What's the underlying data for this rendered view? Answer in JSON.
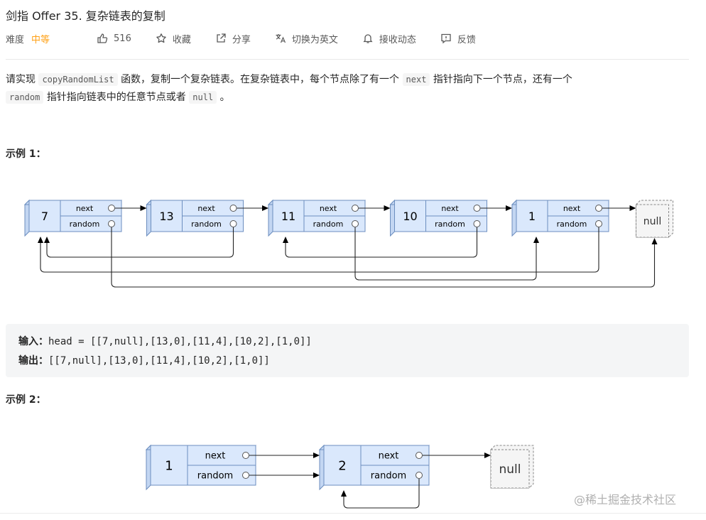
{
  "problem": {
    "title": "剑指 Offer 35. 复杂链表的复制",
    "difficulty_label": "难度",
    "difficulty": "中等",
    "likes": "516",
    "collect": "收藏",
    "share": "分享",
    "translate": "切换为英文",
    "subscribe": "接收动态",
    "feedback": "反馈"
  },
  "description": {
    "p1": "请实现",
    "c1": "copyRandomList",
    "p2": "函数，复制一个复杂链表。在复杂链表中，每个节点除了有一个",
    "c2": "next",
    "p3": "指针指向下一个节点，还有一个",
    "c3": "random",
    "p4": "指针指向链表中的任意节点或者",
    "c4": "null",
    "p5": "。"
  },
  "example1": {
    "title": "示例 1：",
    "nodes": [
      "7",
      "13",
      "11",
      "10",
      "1"
    ],
    "input_label": "输入：",
    "input": "head = [[7,null],[13,0],[11,4],[10,2],[1,0]]",
    "output_label": "输出：",
    "output": "[[7,null],[13,0],[11,4],[10,2],[1,0]]"
  },
  "example2": {
    "title": "示例 2：",
    "nodes": [
      "1",
      "2"
    ]
  },
  "diagram": {
    "next_label": "next",
    "random_label": "random",
    "null_label": "null",
    "node_fill": "#dae8fc",
    "node_stroke": "#6c8ebf",
    "null_fill": "#f5f5f5"
  },
  "watermark": "@稀土掘金技术社区"
}
